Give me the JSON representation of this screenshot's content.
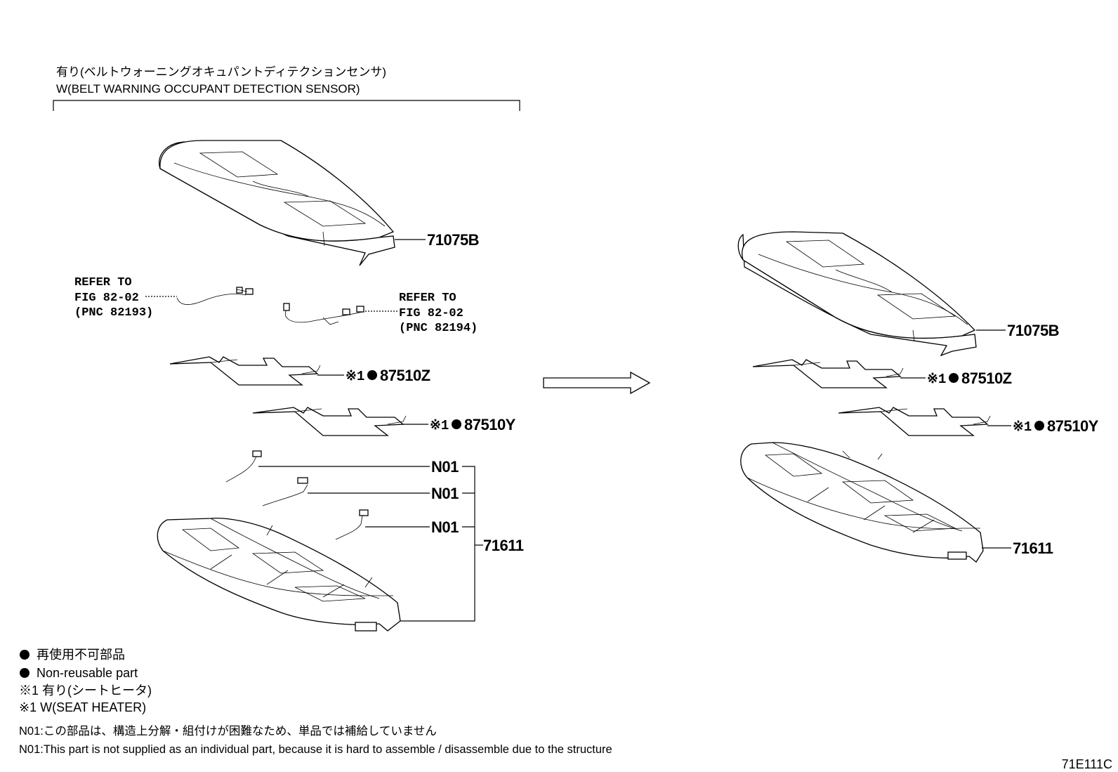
{
  "header": {
    "jp": "有り(ベルトウォーニングオキュパントディテクションセンサ)",
    "en": "W(BELT WARNING OCCUPANT DETECTION SENSOR)"
  },
  "labels": {
    "cover_left": "71075B",
    "cover_right": "71075B",
    "heater_z_left": "87510Z",
    "heater_y_left": "87510Y",
    "heater_z_right": "87510Z",
    "heater_y_right": "87510Y",
    "n01_a": "N01",
    "n01_b": "N01",
    "n01_c": "N01",
    "cushion_left": "71611",
    "cushion_right": "71611",
    "note_mark": "※1",
    "dot": "●"
  },
  "refs": {
    "ref1": [
      "REFER TO",
      "FIG 82-02",
      "(PNC 82193)"
    ],
    "ref2": [
      "REFER TO",
      "FIG 82-02",
      "(PNC 82194)"
    ]
  },
  "legend": {
    "dot_jp": "再使用不可部品",
    "dot_en": "Non-reusable part",
    "mark_jp": "※1 有り(シートヒータ)",
    "mark_en": "※1 W(SEAT HEATER)"
  },
  "notes": {
    "n01_jp": "N01:この部品は、構造上分解・組付けが困難なため、単品では補給していません",
    "n01_en": "N01:This part is not supplied as an individual part, because it is hard to assemble / disassemble due to the structure"
  },
  "figure_id": "71E111C"
}
